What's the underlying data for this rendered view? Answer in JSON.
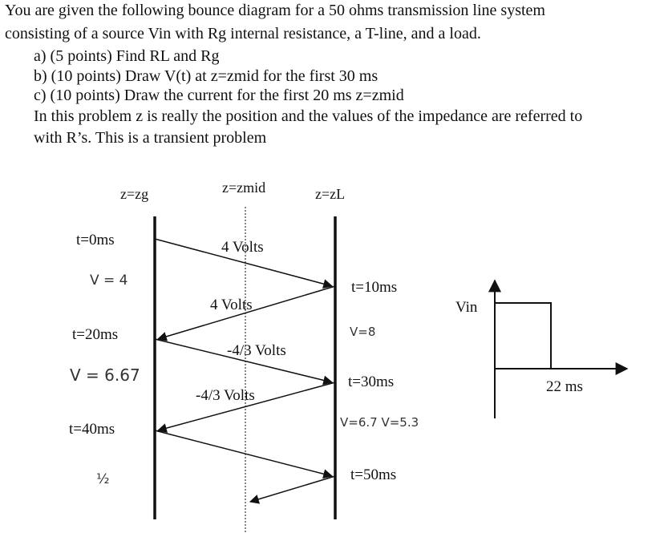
{
  "problem": {
    "intro_line1": "You are given the following bounce diagram for a 50 ohms transmission line system",
    "intro_line2": "consisting of a source Vin with Rg internal resistance, a T-line, and a load.",
    "part_a": "a) (5 points) Find RL and Rg",
    "part_b": "b) (10 points) Draw V(t) at z=zmid for the first 30 ms",
    "part_c": "c) (10 points) Draw the current for the first 20 ms z=zmid",
    "note_line1": "In this problem z is really the position and the values of the impedance are referred to",
    "note_line2": "with R’s. This is a transient problem"
  },
  "diagram": {
    "positions": {
      "zg": "z=zg",
      "zmid": "z=zmid",
      "zl": "z=zL"
    },
    "times_left": [
      "t=0ms",
      "t=20ms",
      "t=40ms"
    ],
    "times_right": [
      "t=10ms",
      "t=30ms",
      "t=50ms"
    ],
    "wave_labels": [
      "4 Volts",
      "4 Volts",
      "-4/3 Volts",
      "-4/3 Volts"
    ]
  },
  "handwritten": {
    "left_1": "V = 4",
    "left_2": "V = 6.67",
    "left_3": "½",
    "right_1": "V=8",
    "right_2": "V=6.7  V=5.3"
  },
  "source_plot": {
    "ylabel": "Vin",
    "xlabel": "22 ms"
  }
}
